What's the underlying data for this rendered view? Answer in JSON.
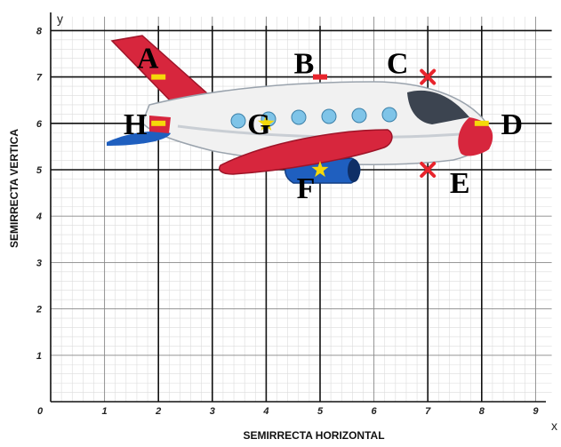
{
  "axes": {
    "x_name": "x",
    "y_name": "y",
    "x_title": "SEMIRRECTA HORIZONTAL",
    "y_title": "SEMIRRECTA VERTICA",
    "x_ticks": [
      "0",
      "1",
      "2",
      "3",
      "4",
      "5",
      "6",
      "7",
      "8",
      "9"
    ],
    "y_ticks": [
      "1",
      "2",
      "3",
      "4",
      "5",
      "6",
      "7",
      "8"
    ]
  },
  "chart_data": {
    "type": "scatter",
    "xlim": [
      0,
      9
    ],
    "ylim": [
      0,
      8
    ],
    "grid": true,
    "points": [
      {
        "label": "A",
        "x": 2,
        "y": 7
      },
      {
        "label": "B",
        "x": 5,
        "y": 7
      },
      {
        "label": "C",
        "x": 7,
        "y": 7
      },
      {
        "label": "D",
        "x": 8,
        "y": 6
      },
      {
        "label": "E",
        "x": 7,
        "y": 5
      },
      {
        "label": "F",
        "x": 5,
        "y": 5
      },
      {
        "label": "G",
        "x": 4,
        "y": 6
      },
      {
        "label": "H",
        "x": 2,
        "y": 6
      }
    ]
  },
  "image": {
    "icon": "airplane-icon"
  },
  "colors": {
    "fuselage": "#f1f1f1",
    "wing_red": "#d7263d",
    "window": "#7fc4e8",
    "engine": "#1f5fbf",
    "marker_red": "#e8242c",
    "marker_yellow": "#f5d90a"
  }
}
